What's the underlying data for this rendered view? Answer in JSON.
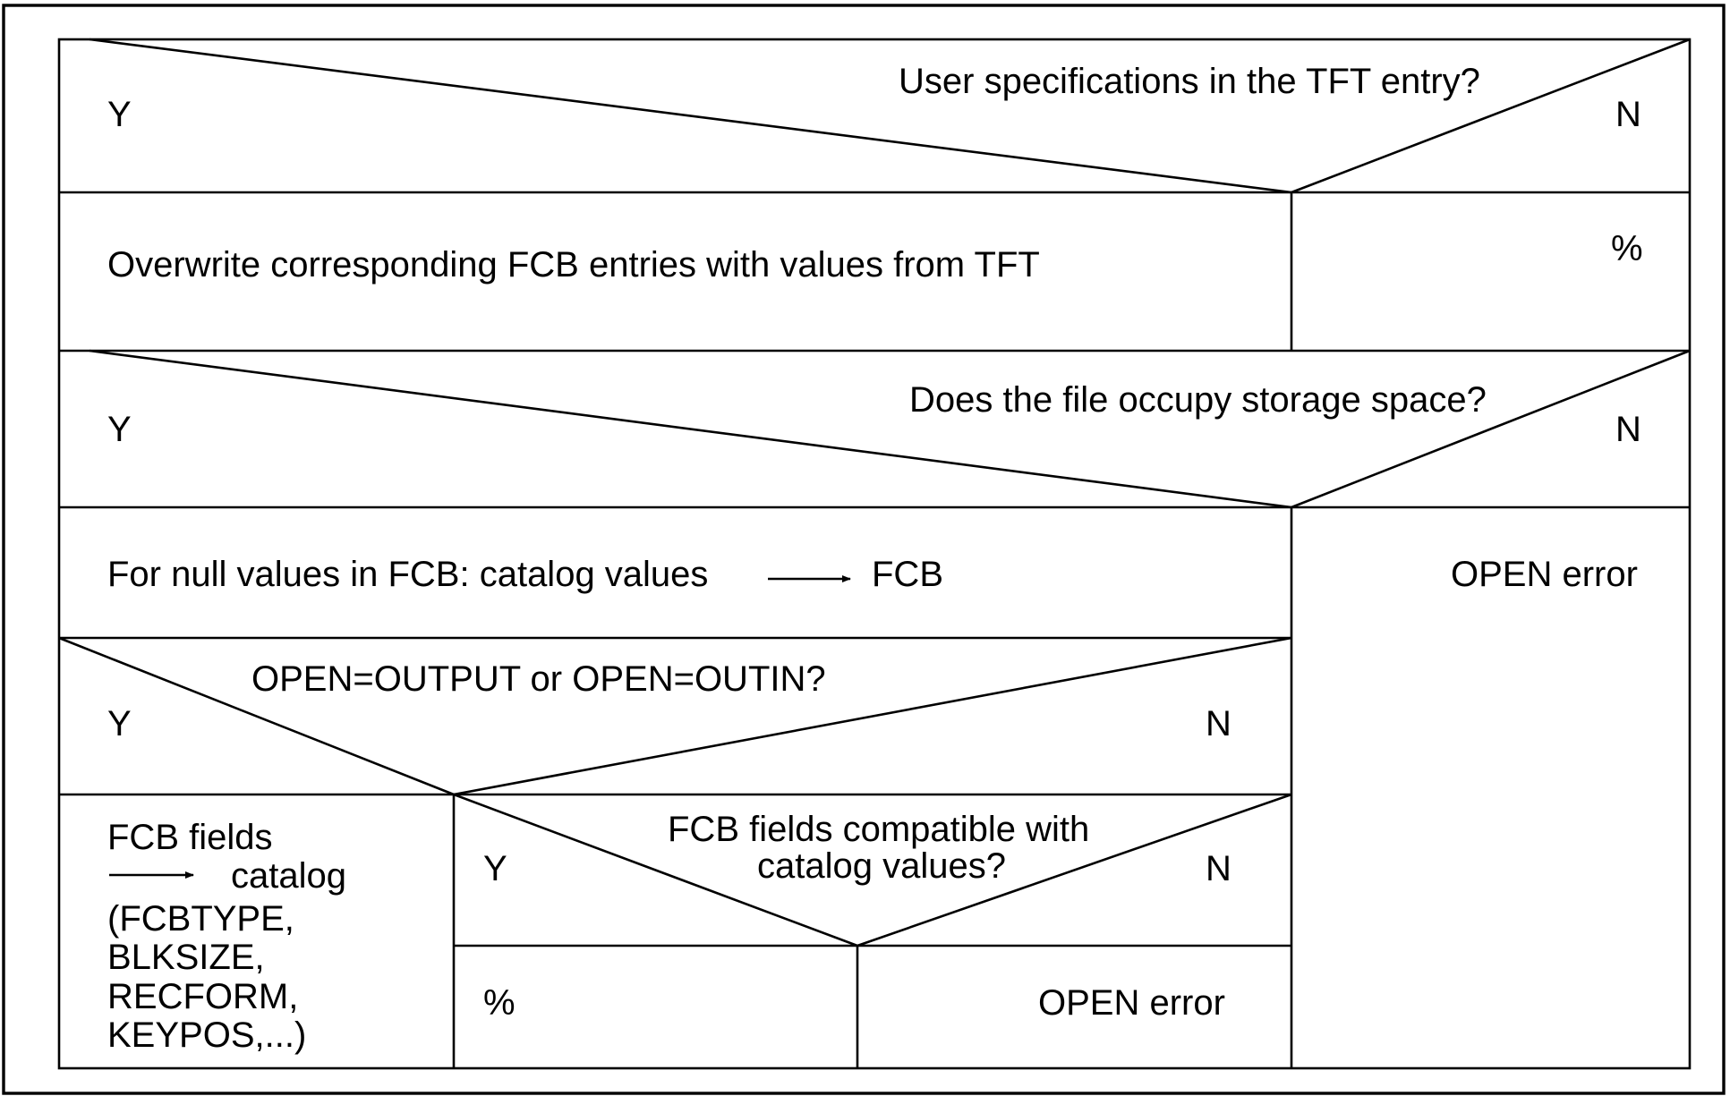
{
  "block1": {
    "condition": "User specifications in the TFT entry?",
    "yes": "Y",
    "no": "N",
    "yes_action": "Overwrite corresponding FCB entries with values from TFT",
    "no_action": "%"
  },
  "block2": {
    "condition": "Does the file occupy storage space?",
    "yes": "Y",
    "no": "N",
    "no_action": "OPEN error",
    "yes_action_prefix": "For null values in FCB: catalog values",
    "yes_action_target": "FCB"
  },
  "block3": {
    "condition": "OPEN=OUTPUT or OPEN=OUTIN?",
    "yes": "Y",
    "no": "N",
    "yes_action": {
      "line1": "FCB fields",
      "line2": "catalog",
      "line3": "(FCBTYPE,",
      "line4": "BLKSIZE,",
      "line5": "RECFORM,",
      "line6": "KEYPOS,...)"
    }
  },
  "block4": {
    "condition_line1": "FCB fields compatible with",
    "condition_line2": "catalog values?",
    "yes": "Y",
    "no": "N",
    "yes_action": "%",
    "no_action": "OPEN error"
  }
}
